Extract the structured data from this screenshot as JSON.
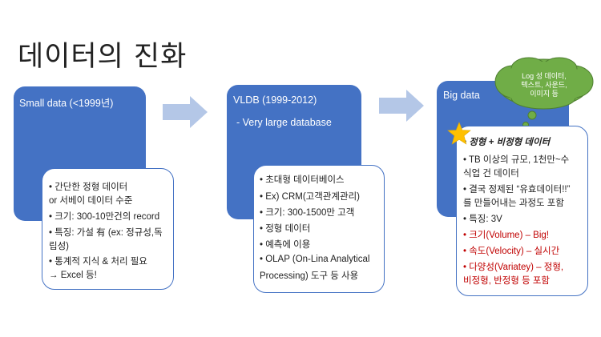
{
  "title": "데이터의 진화",
  "stage1": {
    "heading": "Small data (<1999년)",
    "lines": [
      "• 간단한 정형 데이터",
      "   or 서베이 데이터 수준",
      "• 크기: 300-10만건의 record",
      "• 특징: 가설 有 (ex: 정규성,독",
      "   립성)",
      "• 통계적 지식 & 처리 필요",
      "   → Excel 등!"
    ]
  },
  "stage2": {
    "heading": "VLDB (1999-2012)",
    "subheading": "- Very large database",
    "lines": [
      "• 초대형 데이터베이스",
      "• Ex) CRM(고객관계관리)",
      "   • 크기: 300-1500만 고객",
      "   • 정형 데이터",
      "   • 예측에 이용",
      "• OLAP (On-Lina Analytical",
      "   Processing) 도구 등 사용"
    ]
  },
  "stage3": {
    "heading": "Big data",
    "cloud": [
      "Log 성 데이터,",
      "텍스트, 사운드,",
      "이미지 등"
    ],
    "lines": [
      "• 정형 + 비정형 데이터",
      "• TB 이상의 규모, 1천만~수",
      "   식업 건 데이터",
      "• 결국 정제된 “유효데이터!!”",
      "   를 만들어내는 과정도 포함",
      "• 특징: 3V",
      "   • 크기(Volume) – Big!",
      "   • 속도(Velocity) – 실시간",
      "   • 다양성(Variatey) – 정형,",
      "      비정형, 반정형 등 포함"
    ]
  },
  "colors": {
    "box_blue": "#4472c4",
    "cloud_green": "#70ad47",
    "arrow": "#b4c7e7",
    "star": "#ffc000",
    "emphasis_red": "#c00000"
  }
}
